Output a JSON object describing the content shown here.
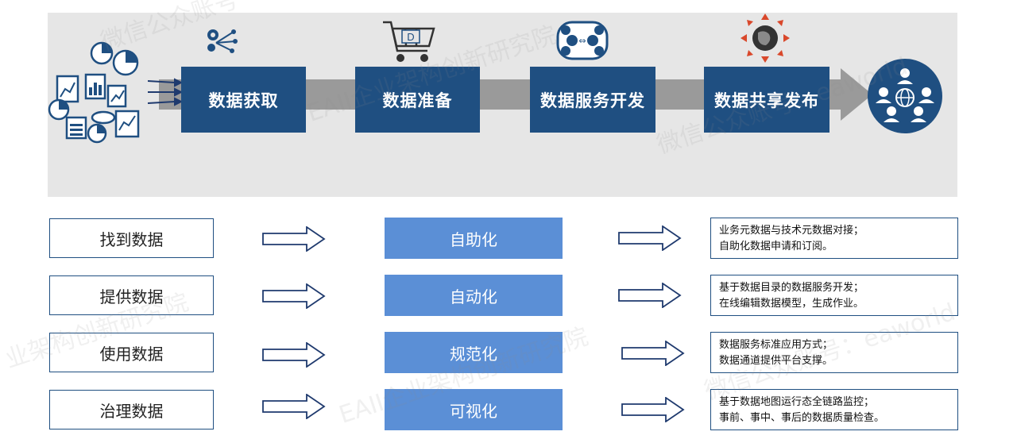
{
  "pipeline": {
    "stages": [
      {
        "label": "数据获取",
        "icon": "gear-network-icon"
      },
      {
        "label": "数据准备",
        "icon": "shopping-cart-icon"
      },
      {
        "label": "数据服务开发",
        "icon": "service-exchange-icon"
      },
      {
        "label": "数据共享发布",
        "icon": "globe-share-icon"
      }
    ],
    "source_icon": "data-charts-cluster-icon",
    "end_icon": "user-network-icon",
    "cart_letter": "D"
  },
  "rows": [
    {
      "action": "找到数据",
      "mode": "自助化",
      "desc": [
        "业务元数据与技术元数据对接；",
        "自助化数据申请和订阅。"
      ]
    },
    {
      "action": "提供数据",
      "mode": "自动化",
      "desc": [
        "基于数据目录的数据服务开发；",
        "在线编辑数据模型，生成作业。"
      ]
    },
    {
      "action": "使用数据",
      "mode": "规范化",
      "desc": [
        "数据服务标准应用方式；",
        "数据通道提供平台支撑。"
      ]
    },
    {
      "action": "治理数据",
      "mode": "可视化",
      "desc": [
        "基于数据地图运行态全链路监控；",
        "事前、事中、事后的数据质量检查。"
      ]
    }
  ],
  "watermarks": [
    "微信公众账号",
    "EAII企业架构创新研究院",
    "微信公众账号：eaworld",
    "业架构创新研究院",
    "EAII企业架构创新研究院",
    "微信公众账号：eaworld"
  ],
  "colors": {
    "stage_bg": "#1f4f81",
    "mode_bg": "#5b8fd6",
    "panel_bg": "#e6e6e6",
    "band": "#9a9a9a"
  }
}
